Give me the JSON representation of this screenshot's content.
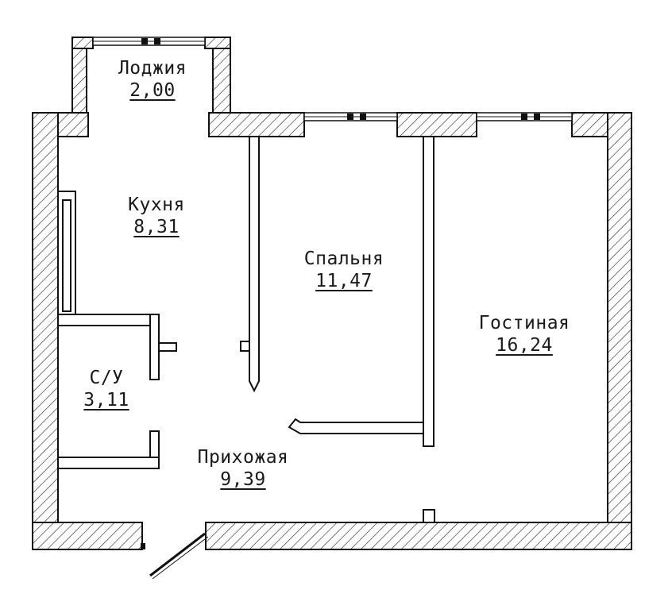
{
  "plan": {
    "rooms": [
      {
        "id": "loggia",
        "name": "Лоджия",
        "area": "2,00"
      },
      {
        "id": "kitchen",
        "name": "Кухня",
        "area": "8,31"
      },
      {
        "id": "bedroom",
        "name": "Спальня",
        "area": "11,47"
      },
      {
        "id": "living",
        "name": "Гостиная",
        "area": "16,24"
      },
      {
        "id": "bathroom",
        "name": "С/У",
        "area": "3,11"
      },
      {
        "id": "hallway",
        "name": "Прихожая",
        "area": "9,39"
      }
    ],
    "colors": {
      "line": "#111111",
      "hatch": "#222222",
      "background": "#ffffff"
    }
  }
}
